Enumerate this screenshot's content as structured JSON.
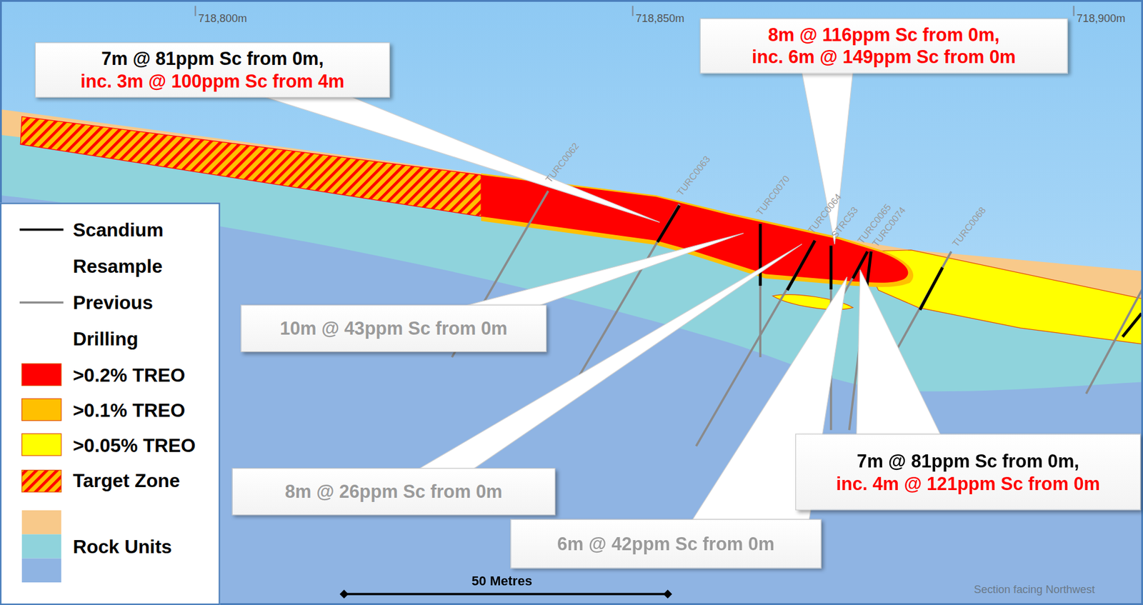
{
  "diagram": {
    "nodes": [
      {
        "text": [
          "7m @ 81ppm Sc from 0m,",
          "inc. 3m @ 100ppm Sc from 4m"
        ]
      },
      {
        "text": [
          "8m @ 116ppm Sc from 0m,",
          "inc. 6m @ 149ppm Sc from 0m"
        ]
      },
      {
        "text": [
          "10m @ 43ppm Sc from 0m"
        ]
      },
      {
        "text": [
          "7m @ 81ppm Sc from 0m,",
          "inc. 4m @ 121ppm Sc from 0m"
        ]
      },
      {
        "text": [
          "8m @ 26ppm Sc from 0m"
        ]
      },
      {
        "text": [
          "6m @ 42ppm Sc from 0m"
        ]
      }
    ],
    "labels": [
      "718,800m",
      "718,850m",
      "718,900m",
      "TURC0062",
      "TURC0063",
      "TURC0070",
      "TURC0064",
      "STRC53",
      "TURC0065",
      "TURC0074",
      "TURC0068",
      "50 Metres",
      "Section facing Northwest"
    ],
    "legend": [
      {
        "text": "Scandium Resample"
      },
      {
        "text": "Previous Drilling"
      },
      {
        "text": ">0.2% TREO",
        "color": "#ff0000"
      },
      {
        "text": ">0.1% TREO",
        "color": "#ffc000"
      },
      {
        "text": ">0.05% TREO",
        "color": "#ffff00"
      },
      {
        "text": "Target Zone"
      },
      {
        "text": "Rock Units"
      }
    ]
  }
}
